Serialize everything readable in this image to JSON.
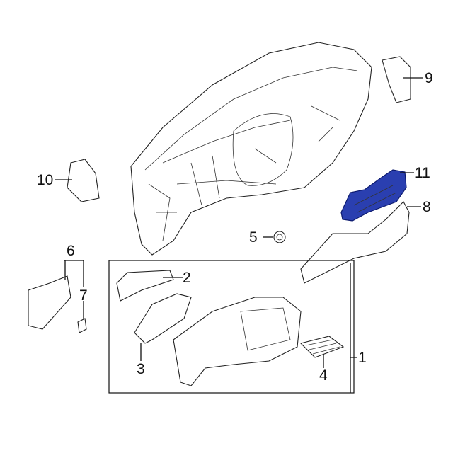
{
  "callouts": {
    "c1": "1",
    "c2": "2",
    "c3": "3",
    "c4": "4",
    "c5": "5",
    "c6": "6",
    "c7": "7",
    "c8": "8",
    "c9": "9",
    "c10": "10",
    "c11": "11"
  },
  "colors": {
    "highlight": "#2a3fb0",
    "highlight_stroke": "#0c1a6e",
    "line": "#111111"
  }
}
